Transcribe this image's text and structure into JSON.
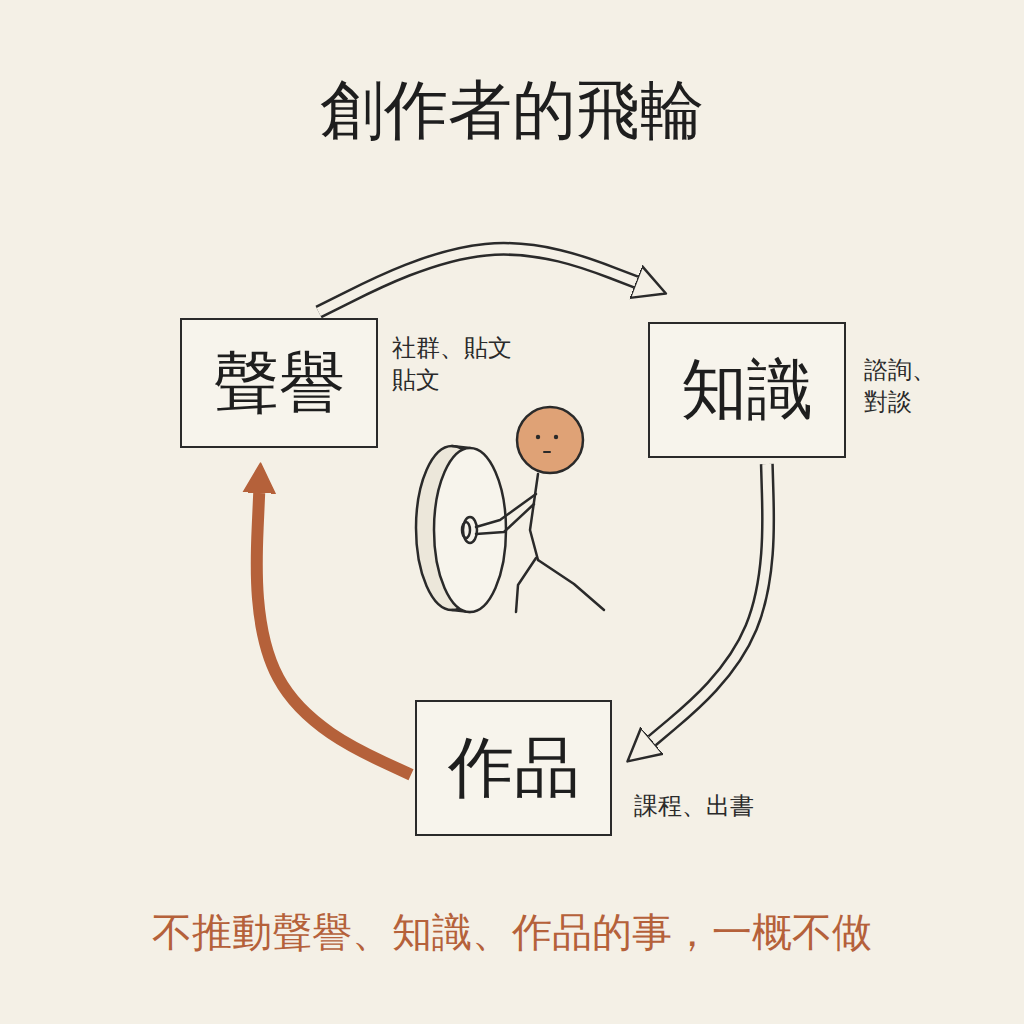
{
  "diagram": {
    "title": "創作者的飛輪",
    "caption": "不推動聲譽、知識、作品的事，一概不做",
    "nodes": [
      {
        "text": [
          "聲譽",
          "社群、貼文 貼文"
        ]
      },
      {
        "text": [
          "知識",
          "諮詢、 對談"
        ]
      },
      {
        "text": [
          "作品",
          "課程、出書"
        ]
      }
    ],
    "edges": [
      {
        "from": 0,
        "to": 1,
        "arrow": "to"
      },
      {
        "from": 1,
        "to": 2,
        "arrow": "to"
      },
      {
        "from": 2,
        "to": 0,
        "arrow": "to"
      }
    ]
  }
}
